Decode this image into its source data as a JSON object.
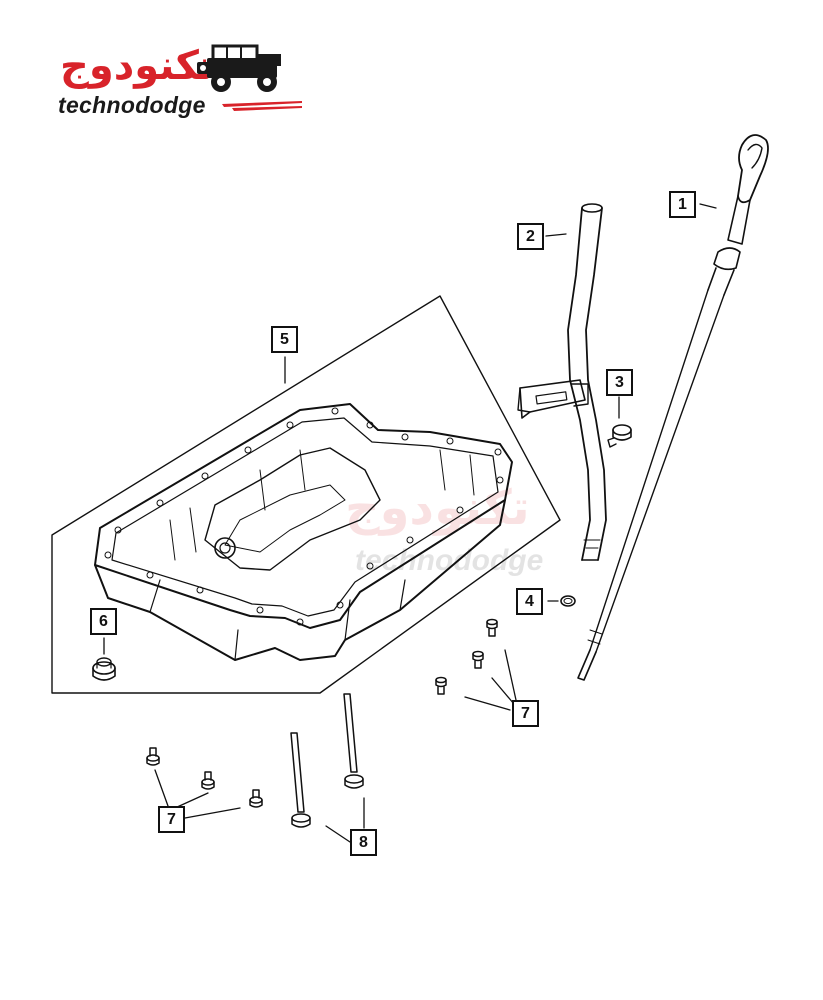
{
  "brand": {
    "name_arabic": "تكنودوج",
    "name_latin": "technododge",
    "primary_color": "#d8232a",
    "text_color": "#1a1a1a",
    "icon": "jeep-icon"
  },
  "watermark": {
    "name_arabic": "تكنودوج",
    "name_latin": "technododge"
  },
  "diagram": {
    "callouts": [
      {
        "id": "callout-1",
        "label": "1"
      },
      {
        "id": "callout-2",
        "label": "2"
      },
      {
        "id": "callout-3",
        "label": "3"
      },
      {
        "id": "callout-4",
        "label": "4"
      },
      {
        "id": "callout-5",
        "label": "5"
      },
      {
        "id": "callout-6",
        "label": "6"
      },
      {
        "id": "callout-7a",
        "label": "7"
      },
      {
        "id": "callout-7b",
        "label": "7"
      },
      {
        "id": "callout-8",
        "label": "8"
      }
    ],
    "line_color": "#111111"
  }
}
